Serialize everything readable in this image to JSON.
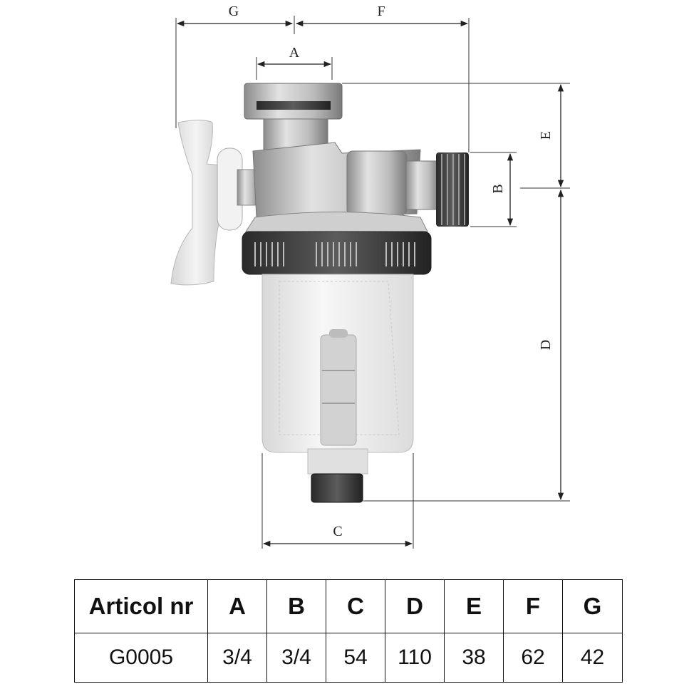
{
  "dimension_labels": {
    "A": "A",
    "B": "B",
    "C": "C",
    "D": "D",
    "E": "E",
    "F": "F",
    "G": "G"
  },
  "table": {
    "headers": [
      "Articol nr",
      "A",
      "B",
      "C",
      "D",
      "E",
      "F",
      "G"
    ],
    "rows": [
      [
        "G0005",
        "3/4",
        "3/4",
        "54",
        "110",
        "38",
        "62",
        "42"
      ]
    ]
  },
  "colors": {
    "line": "#222222",
    "metal": "#b5b5b5",
    "dark_metal": "#3a3a3a",
    "handle": "#e8e8e8",
    "bowl": "#efefef"
  }
}
